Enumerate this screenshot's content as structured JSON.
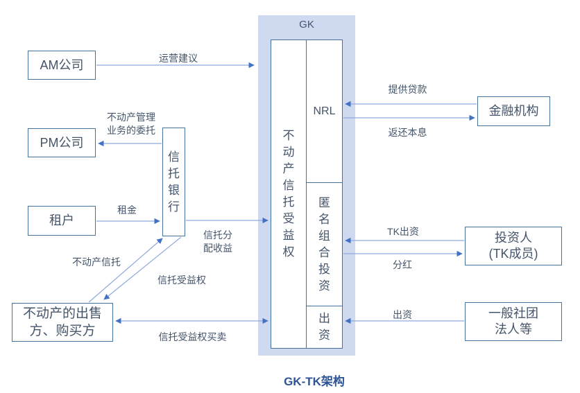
{
  "caption": "GK-TK架构",
  "gk": {
    "label": "GK",
    "trust_benefit_box": "不动产信托受益权",
    "nrl_box": "NRL",
    "anonymous_partnership_box": "匿名组合投资",
    "contribution_box": "出资"
  },
  "boxes": {
    "am_company": "AM公司",
    "pm_company": "PM公司",
    "tenant": "租户",
    "seller_buyer": "不动产的出售\n方、购买方",
    "trust_bank": "信托银行",
    "financial_institution": "金融机构",
    "investor": "投资人\n(TK成员)",
    "association": "一般社团\n法人等"
  },
  "arrow_labels": {
    "operation_advice": "运营建议",
    "pm_delegation": "不动产管理\n业务的委托",
    "rent": "租金",
    "trust_distribution": "信托分\n配收益",
    "real_estate_trust": "不动产信托",
    "trust_benefit_right": "信托受益权",
    "trust_benefit_trade": "信托受益权买卖",
    "provide_loan": "提供贷款",
    "repay_principal_interest": "返还本息",
    "tk_investment": "TK出资",
    "dividend": "分红",
    "contribution": "出资"
  },
  "colors": {
    "container_fill": "#cfdaf1",
    "box_border": "#41719c",
    "text": "#44546a",
    "arrow_line": "#8fa9dc",
    "arrow_head": "#4372c4",
    "caption_text": "#2e5496"
  }
}
